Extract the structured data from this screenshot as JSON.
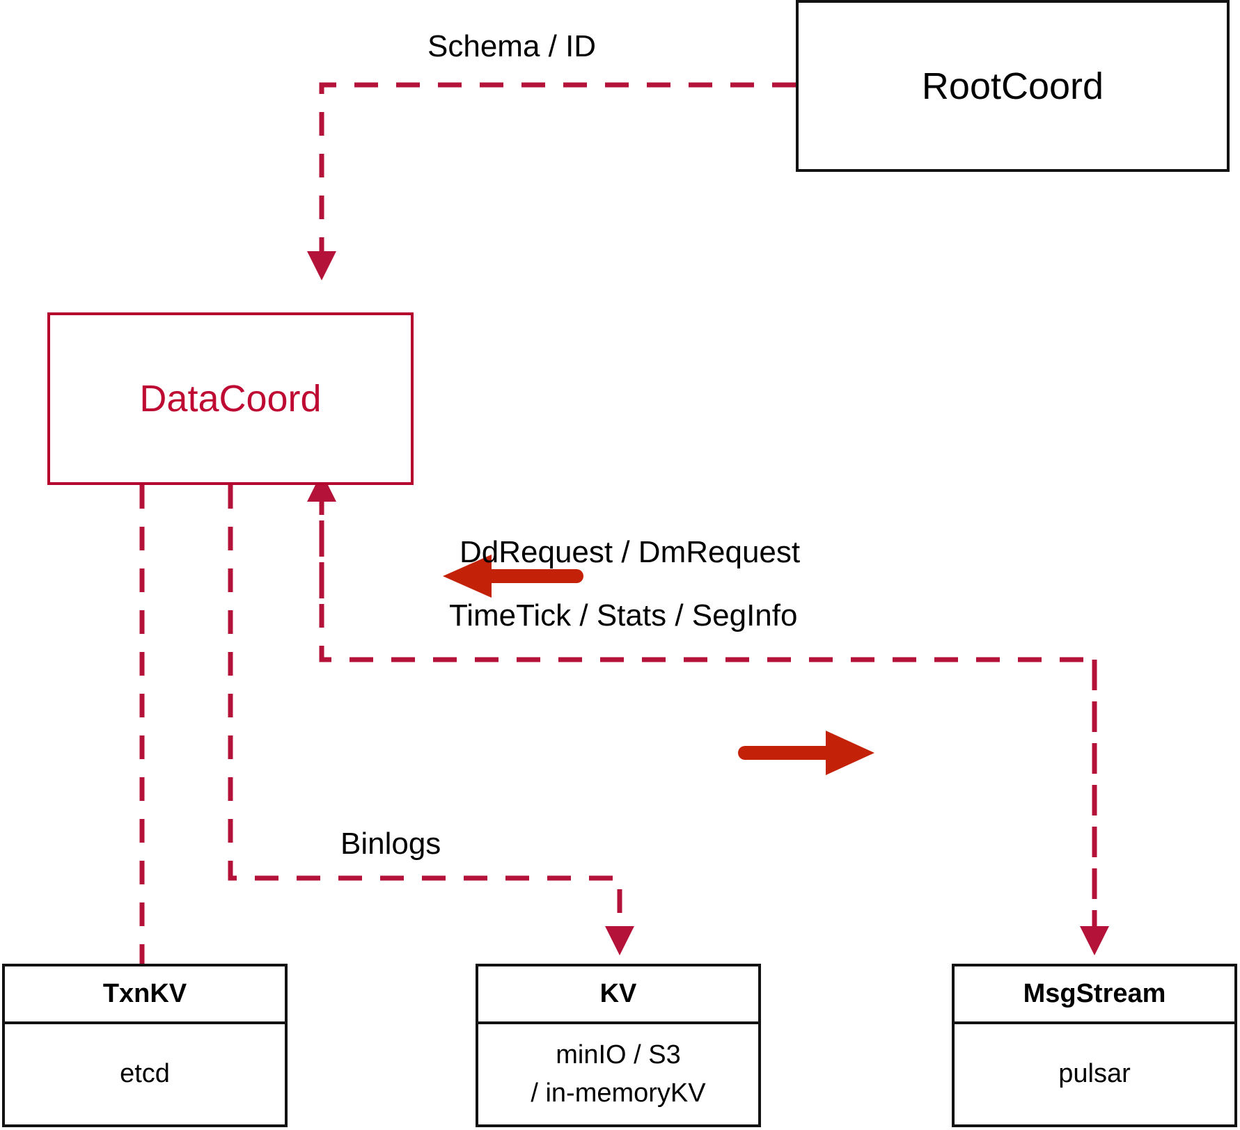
{
  "diagram": {
    "title": "DataCoord architecture",
    "colors": {
      "dashed_line": "#B5123A",
      "solid_arrow": "#C42208",
      "datacoord_accent": "#BE0A33",
      "box_border": "#121212",
      "background": "#FFFFFF"
    }
  },
  "nodes": {
    "rootcoord": {
      "label": "RootCoord"
    },
    "datacoord": {
      "label": "DataCoord"
    },
    "txnkv": {
      "header": "TxnKV",
      "body_lines": [
        "etcd"
      ]
    },
    "kv": {
      "header": "KV",
      "body_lines": [
        "minIO / S3",
        "/ in-memoryKV"
      ]
    },
    "msgstream": {
      "header": "MsgStream",
      "body_lines": [
        "pulsar"
      ]
    }
  },
  "edges": {
    "schema_id": {
      "label": "Schema / ID",
      "from": "rootcoord",
      "to": "datacoord",
      "style": "dashed",
      "arrow": "to-datacoord"
    },
    "dd_dm_request": {
      "label": "DdRequest / DmRequest",
      "direction": "incoming",
      "style": "solid-arrow-left"
    },
    "timetick_stats_seginfo": {
      "label": "TimeTick / Stats / SegInfo",
      "direction": "outgoing",
      "style": "solid-arrow-right"
    },
    "binlogs": {
      "label": "Binlogs",
      "from": "datacoord",
      "to": "kv",
      "style": "dashed"
    },
    "txnkv_link": {
      "label": "",
      "from": "datacoord",
      "to": "txnkv",
      "style": "dashed"
    },
    "msgstream_link": {
      "label": "",
      "from": "datacoord",
      "to": "msgstream",
      "style": "dashed"
    }
  }
}
